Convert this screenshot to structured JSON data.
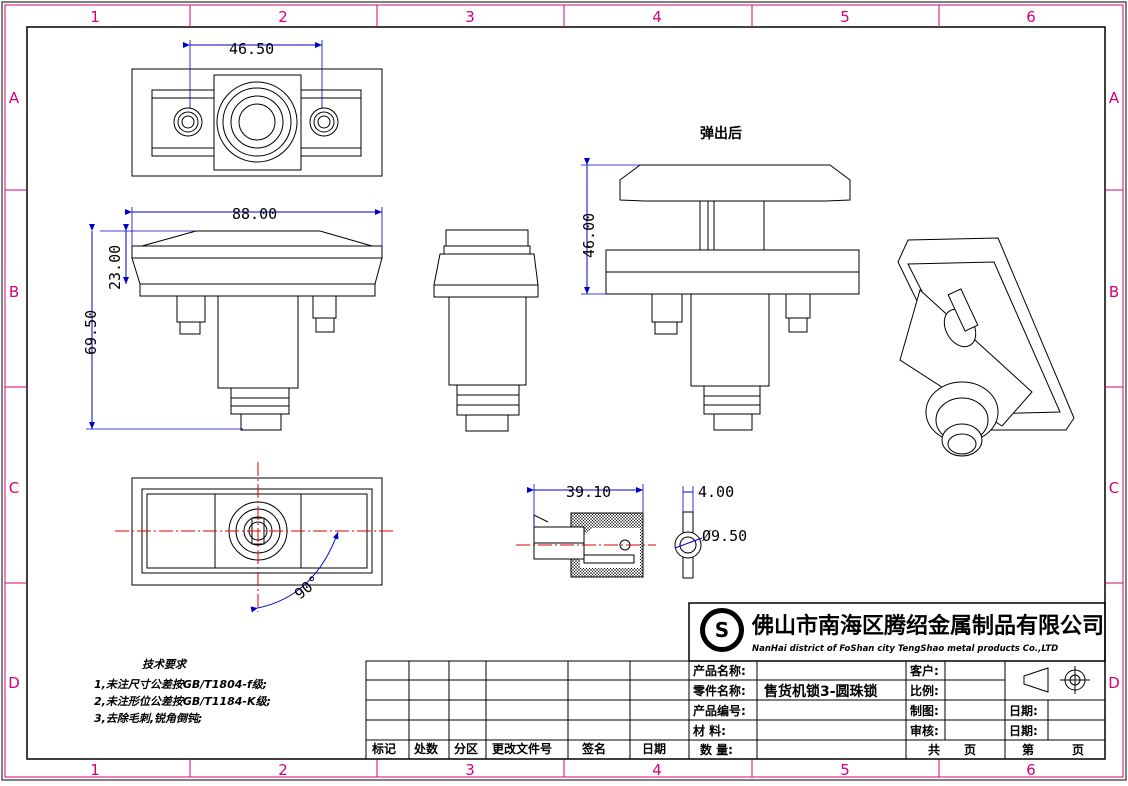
{
  "border": {
    "columns": [
      "1",
      "2",
      "3",
      "4",
      "5",
      "6"
    ],
    "rows": [
      "A",
      "B",
      "C",
      "D"
    ]
  },
  "dimensions": {
    "top_spacing": "46.50",
    "width": "88.00",
    "cap_height": "23.00",
    "total_height": "69.50",
    "popped_height": "46.00",
    "rotation": "90°",
    "key_length": "39.10",
    "key_thickness": "4.00",
    "key_diameter": "Ø9.50"
  },
  "labels": {
    "popped_view": "弹出后"
  },
  "notes": {
    "title": "技术要求",
    "items": [
      "1,未注尺寸公差按GB/T1804-f级;",
      "2,未注形位公差按GB/T1184-K级;",
      "3,去除毛刺,锐角倒钝;"
    ]
  },
  "company": {
    "name_cn": "佛山市南海区腾绍金属制品有限公司",
    "name_en": "NanHai district of FoShan city TengShao metal products Co.,LTD"
  },
  "title_block": {
    "product_name_label": "产品名称:",
    "part_name_label": "零件名称:",
    "part_name_value": "售货机锁3-圆珠锁",
    "product_no_label": "产品编号:",
    "material_label": "材    料:",
    "quantity_label": "数    量:",
    "customer_label": "客户:",
    "scale_label": "比例:",
    "drawn_label": "制图:",
    "review_label": "审核:",
    "date_label_1": "日期:",
    "date_label_2": "日期:",
    "total_label": "共",
    "page_label_1": "页",
    "sheet_label": "第",
    "page_label_2": "页",
    "rev_headers": [
      "标记",
      "处数",
      "分区",
      "更改文件号",
      "签名",
      "日期"
    ]
  },
  "colors": {
    "zone_text": "#d4007a",
    "centerline": "#e00000",
    "dimension": "#0000cc"
  }
}
